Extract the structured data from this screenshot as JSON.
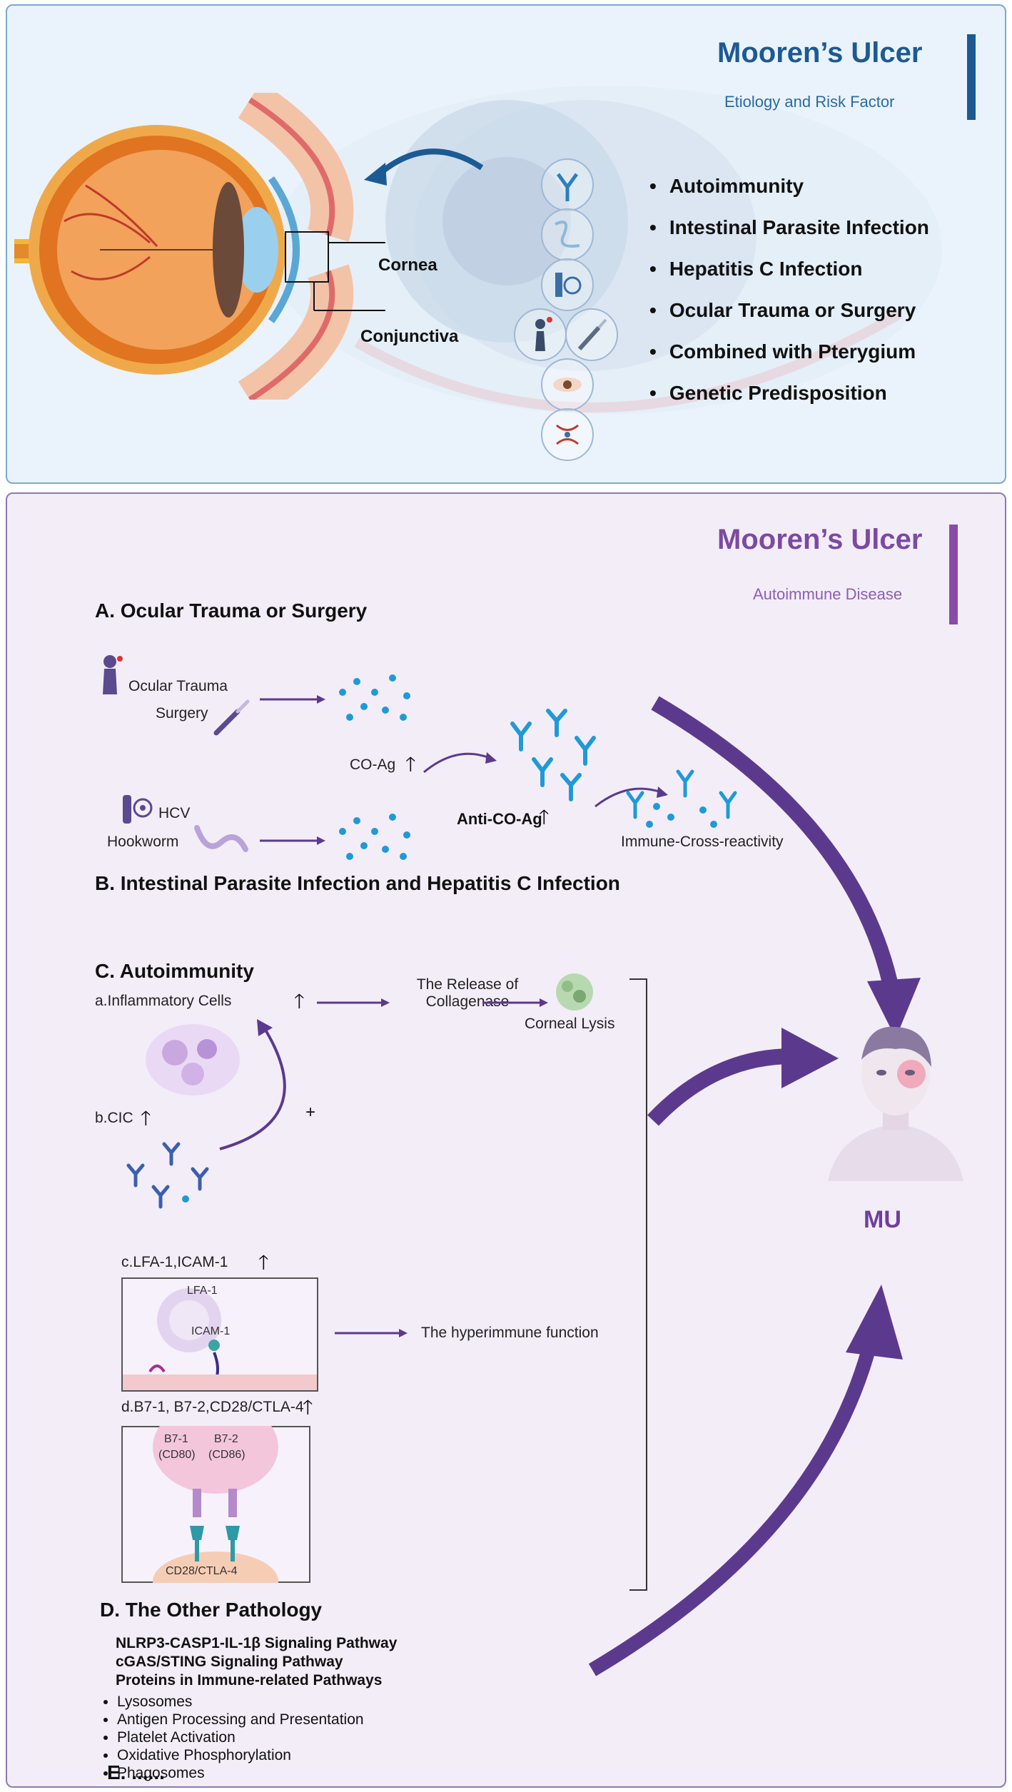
{
  "top_panel": {
    "title": "Mooren’s Ulcer",
    "subtitle": "Etiology and Risk Factor",
    "labels": {
      "cornea": "Cornea",
      "conjunctiva": "Conjunctiva"
    },
    "risk_factors": [
      "Autoimmunity",
      "Intestinal Parasite Infection",
      "Hepatitis C Infection",
      "Ocular Trauma or Surgery",
      "Combined with Pterygium",
      "Genetic Predisposition"
    ],
    "icons": [
      "antibody-icon",
      "worm-icon",
      "virus-tube-icon",
      "trauma-person-icon",
      "scalpel-icon",
      "eye-icon",
      "dna-icon"
    ]
  },
  "bottom_panel": {
    "title": "Mooren’s Ulcer",
    "subtitle": "Autoimmune Disease",
    "section_a": {
      "heading": "A. Ocular Trauma or Surgery",
      "ocular_trauma": "Ocular Trauma",
      "surgery": "Surgery",
      "co_ag": "CO-Ag",
      "hcv": "HCV",
      "hookworm": "Hookworm",
      "anti_co_ag": "Anti-CO-Ag",
      "cross_reactivity": "Immune-Cross-reactivity",
      "up_arrow": "🡑"
    },
    "section_b": {
      "heading": "B. Intestinal Parasite Infection and Hepatitis C Infection"
    },
    "section_c": {
      "heading": "C. Autoimmunity",
      "a": "a.Inflammatory Cells",
      "release_1": "The Release of",
      "release_2": "Collagenase",
      "corneal_lysis": "Corneal Lysis",
      "b": "b.CIC",
      "plus": "+",
      "c": "c.LFA-1,ICAM-1",
      "lfa1": "LFA-1",
      "icam1": "ICAM-1",
      "hyperimmune": "The hyperimmune function",
      "d": "d.B7-1, B7-2,CD28/CTLA-4",
      "b71": "B7-1",
      "cd80": "(CD80)",
      "b72": "B7-2",
      "cd86": "(CD86)",
      "cd28": "CD28/CTLA-4"
    },
    "section_d": {
      "heading": "D. The Other Pathology",
      "pathways": [
        "NLRP3-CASP1-IL-1β Signaling Pathway",
        "cGAS/STING Signaling Pathway",
        "Proteins in Immune-related Pathways"
      ],
      "bullets": [
        "Lysosomes",
        "Antigen Processing and Presentation",
        "Platelet Activation",
        "Oxidative Phosphorylation",
        "Phagosomes"
      ]
    },
    "section_e": {
      "heading": "E. ......"
    },
    "mu_label": "MU"
  },
  "colors": {
    "blue_title": "#1c5a93",
    "purple_title": "#7b4aa3",
    "arrow_purple": "#5b3a8e",
    "antigen_blue": "#1f9ad6"
  }
}
